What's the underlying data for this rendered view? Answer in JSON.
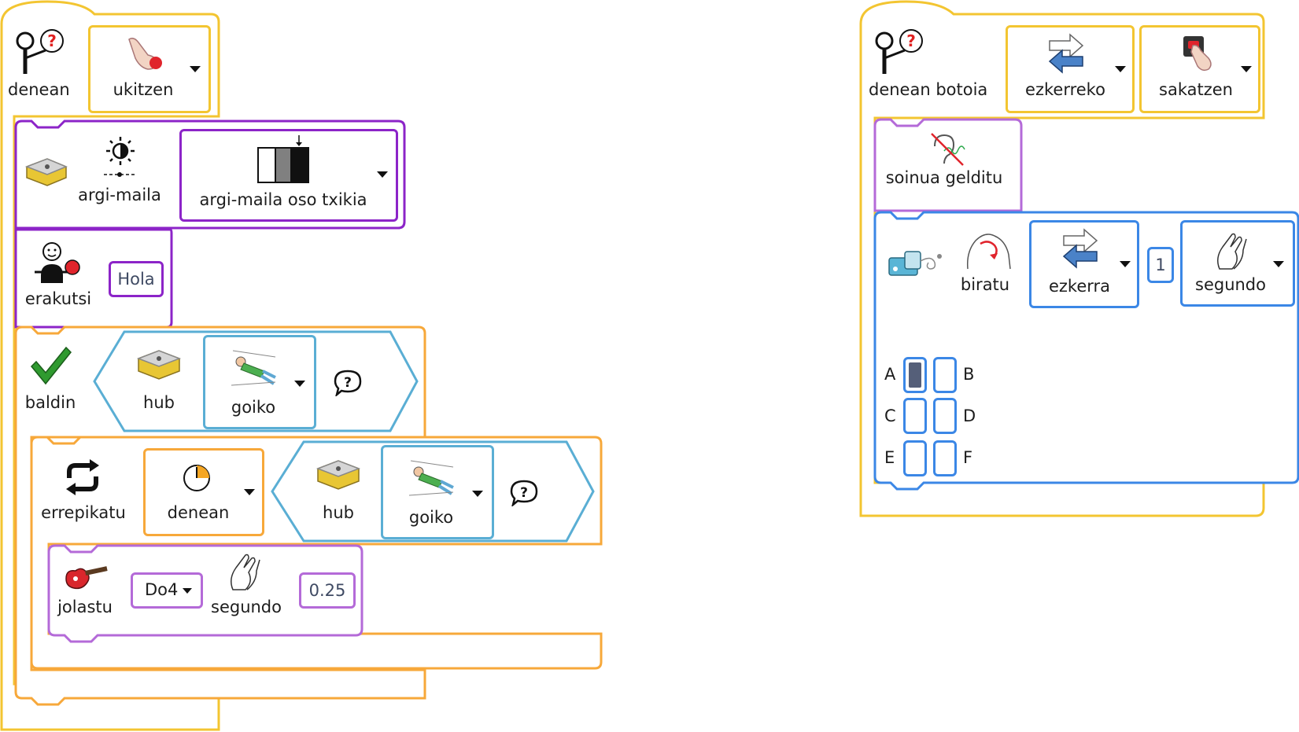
{
  "stack_left": {
    "hat": {
      "label": "denean",
      "option": "ukitzen"
    },
    "light_block": {
      "sensor_label": "argi-maila",
      "option": "argi-maila oso txikia"
    },
    "show_block": {
      "label": "erakutsi",
      "value": "Hola"
    },
    "if_block": {
      "label": "baldin",
      "hub_label": "hub",
      "orientation": "goiko"
    },
    "repeat_block": {
      "label": "errepikatu",
      "mode": "denean",
      "hub_label": "hub",
      "orientation": "goiko"
    },
    "play_block": {
      "label": "jolastu",
      "note": "Do4",
      "unit": "segundo",
      "duration": "0.25"
    }
  },
  "stack_right": {
    "hat": {
      "label": "denean botoia",
      "button": "ezkerreko",
      "action": "sakatzen"
    },
    "stop_sound": {
      "label": "soinua gelditu"
    },
    "motor_block": {
      "label": "biratu",
      "direction": "ezkerra",
      "amount": "1",
      "unit": "segundo"
    },
    "ports": [
      {
        "name": "A",
        "selected": true
      },
      {
        "name": "B",
        "selected": false
      },
      {
        "name": "C",
        "selected": false
      },
      {
        "name": "D",
        "selected": false
      },
      {
        "name": "E",
        "selected": false
      },
      {
        "name": "F",
        "selected": false
      }
    ]
  },
  "colors": {
    "events": "#f3c531",
    "display": "#8c24c8",
    "control": "#f7a83a",
    "sensor": "#5aaed4",
    "sound": "#b46ad8",
    "motor": "#3b87e6"
  }
}
